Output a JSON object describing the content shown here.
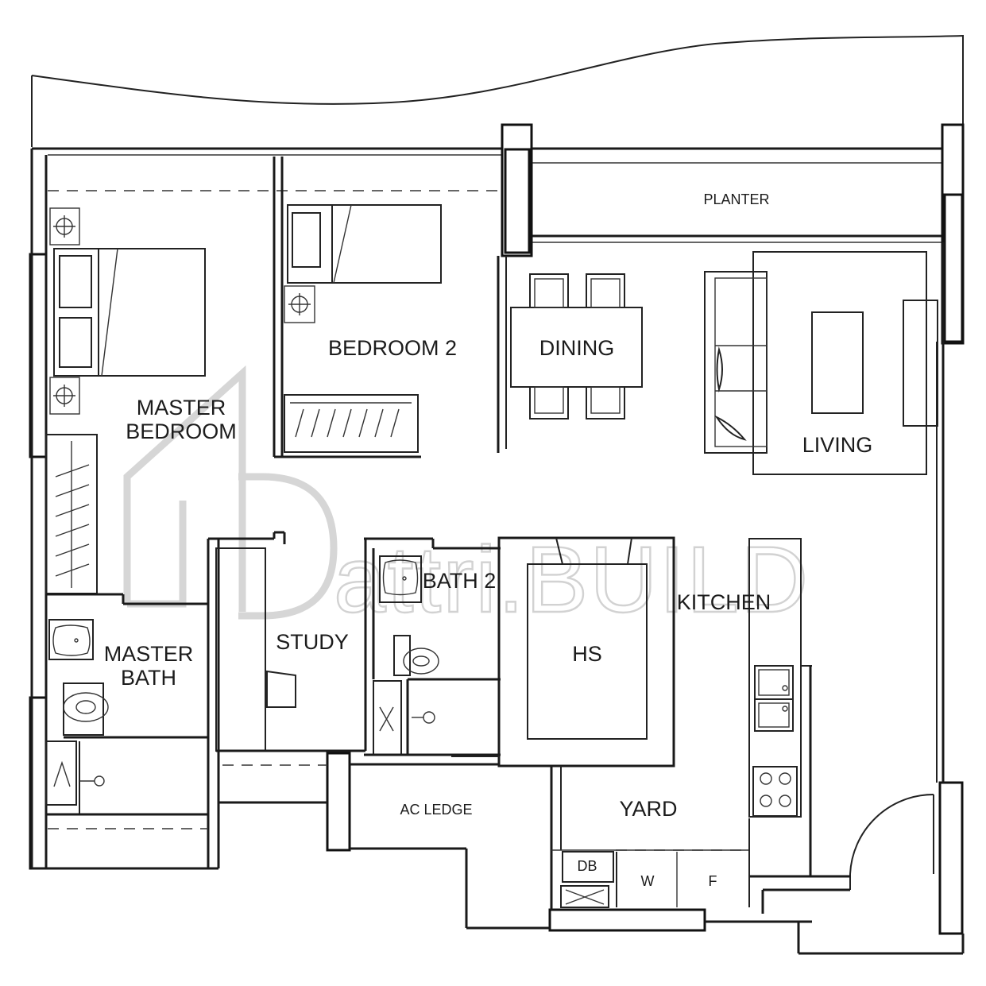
{
  "rooms": {
    "planter": "PLANTER",
    "bedroom_2": "BEDROOM 2",
    "dining": "DINING",
    "master_bedroom_line1": "MASTER",
    "master_bedroom_line2": "BEDROOM",
    "living": "LIVING",
    "bath_2": "BATH 2",
    "kitchen": "KITCHEN",
    "master_bath_line1": "MASTER",
    "master_bath_line2": "BATH",
    "study": "STUDY",
    "hs": "HS",
    "ac_ledge": "AC LEDGE",
    "yard": "YARD",
    "db": "DB",
    "w": "W",
    "f": "F"
  },
  "watermark": {
    "text": "attri.BUILD"
  }
}
